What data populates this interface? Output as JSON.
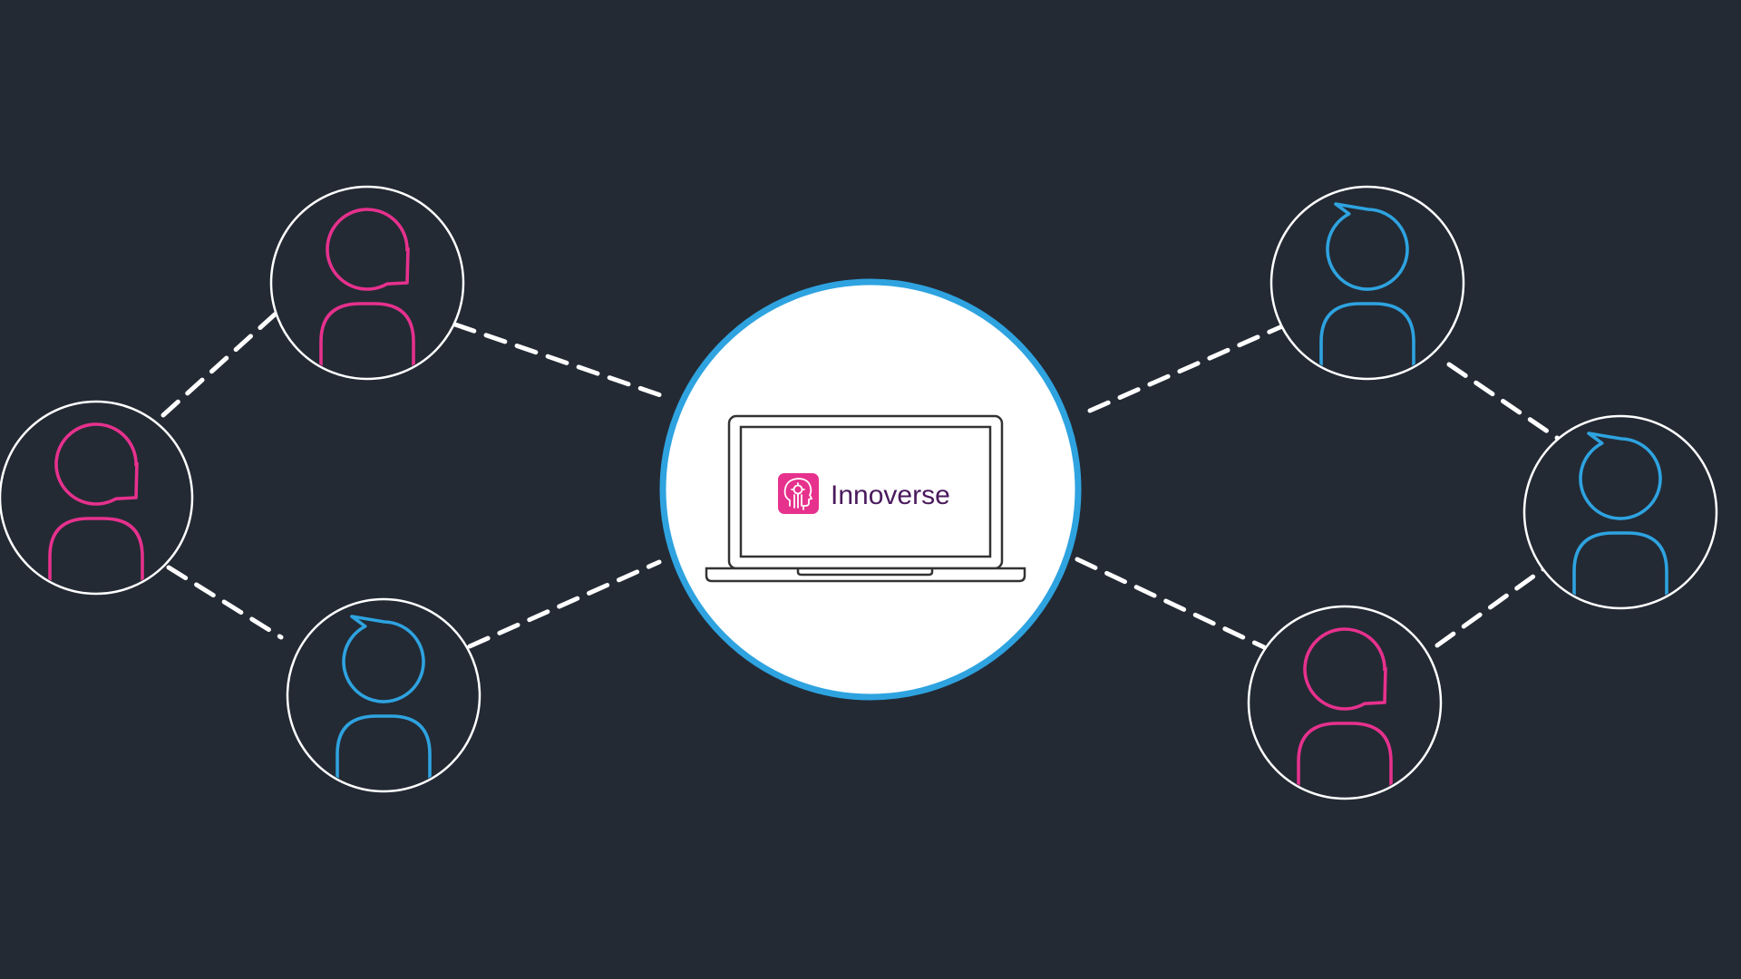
{
  "colors": {
    "background": "#232a34",
    "connector": "#ffffff",
    "node_border": "#ffffff",
    "hub_border": "#2ea3e0",
    "hub_fill": "#ffffff",
    "person_pink": "#e6318d",
    "person_blue": "#2ea3e0",
    "brand_icon": "#e6318d",
    "brand_text": "#4a1a5c",
    "laptop_stroke": "#333333"
  },
  "hub": {
    "device": "laptop",
    "brand": {
      "name": "Innoverse",
      "icon": "head-gear-icon"
    }
  },
  "people": [
    {
      "id": "person-top-left",
      "color": "pink",
      "speech_bubble": "right"
    },
    {
      "id": "person-far-left",
      "color": "pink",
      "speech_bubble": "right"
    },
    {
      "id": "person-bottom-left",
      "color": "blue",
      "speech_bubble": "left"
    },
    {
      "id": "person-top-right",
      "color": "blue",
      "speech_bubble": "left"
    },
    {
      "id": "person-far-right",
      "color": "blue",
      "speech_bubble": "left"
    },
    {
      "id": "person-bottom-right",
      "color": "pink",
      "speech_bubble": "right"
    }
  ],
  "connections": [
    [
      "person-far-left",
      "person-top-left"
    ],
    [
      "person-far-left",
      "person-bottom-left"
    ],
    [
      "person-top-left",
      "hub"
    ],
    [
      "person-bottom-left",
      "hub"
    ],
    [
      "hub",
      "person-top-right"
    ],
    [
      "hub",
      "person-bottom-right"
    ],
    [
      "person-top-right",
      "person-far-right"
    ],
    [
      "person-bottom-right",
      "person-far-right"
    ]
  ]
}
